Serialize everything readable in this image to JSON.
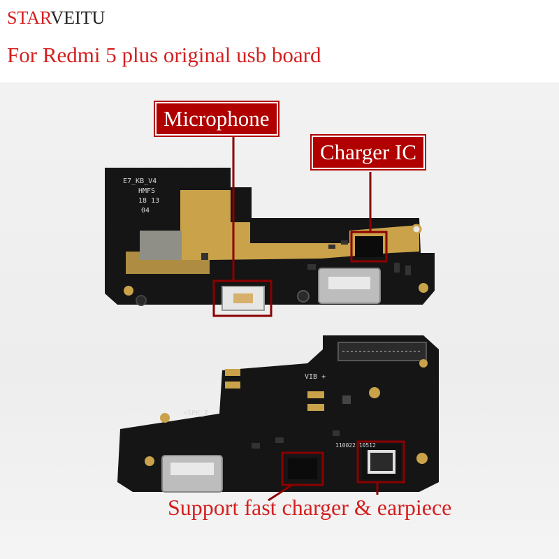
{
  "header": {
    "brand_red": "STAR",
    "brand_dark": "VEITU",
    "subtitle": "For Redmi 5 plus original usb board"
  },
  "callouts": {
    "microphone": "Microphone",
    "charger_ic": "Charger IC",
    "bottom": "Support fast charger & earpiece"
  },
  "board_print": {
    "top_marking_1": "E7_KB_V4",
    "top_marking_2": "HMFS",
    "top_marking_3": "18 13",
    "top_marking_4": "04",
    "vib": "VIB +",
    "spk": "+SPK_I",
    "chip_code": "110022 10512"
  },
  "colors": {
    "brand_red": "#d42020",
    "tag_bg": "#b00000",
    "pcb": "#141414",
    "gold": "#c9a24a"
  }
}
